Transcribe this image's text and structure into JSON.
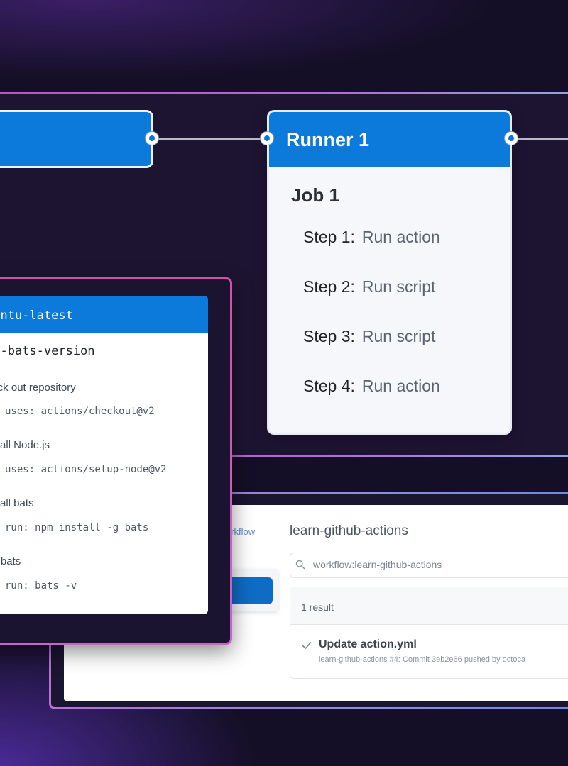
{
  "flow": {
    "runner": {
      "title": "Runner 1",
      "job": "Job 1",
      "steps": [
        {
          "label": "Step 1:",
          "value": "Run action"
        },
        {
          "label": "Step 2:",
          "value": "Run script"
        },
        {
          "label": "Step 3:",
          "value": "Run script"
        },
        {
          "label": "Step 4:",
          "value": "Run action"
        }
      ]
    }
  },
  "workflow_file": {
    "runs_on": "buntu-latest",
    "job_name": "ck-bats-version",
    "steps": [
      {
        "name": "heck out repository",
        "command": "uses: actions/checkout@v2"
      },
      {
        "name": "nstall Node.js",
        "command": "uses: actions/setup-node@v2"
      },
      {
        "name": "nstall bats",
        "command": "run: npm install -g bats"
      },
      {
        "name": "un bats",
        "command": "run: bats -v"
      }
    ]
  },
  "search": {
    "sidebar_link": "orkflow",
    "title": "learn-github-actions",
    "query": "workflow:learn-github-actions",
    "results_count": "1 result",
    "result": {
      "title": "Update action.yml",
      "meta": "learn-github-actions #4: Commit 3eb2e66 pushed by octoca"
    }
  },
  "colors": {
    "primary_blue": "#0c7ada",
    "background": "#140f26",
    "border_gradient_pink": "#c34fc8",
    "border_gradient_blue": "#8fa4ea"
  },
  "icons": [
    "search-icon",
    "check-icon",
    "connector-dot"
  ]
}
